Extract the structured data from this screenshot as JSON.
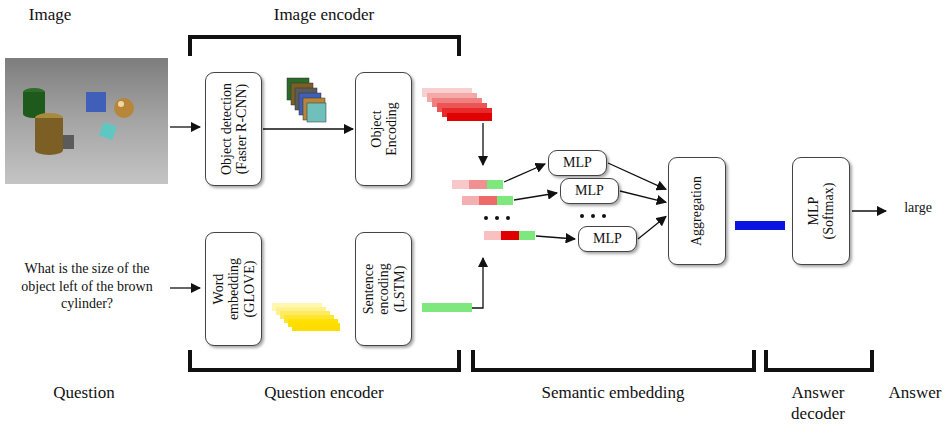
{
  "diagram": {
    "nodes": [
      {
        "text": [
          "Object detection (Faster R-CNN)"
        ]
      },
      {
        "text": [
          "Object Encoding"
        ]
      },
      {
        "text": [
          "Word embedding (GLOVE)"
        ]
      },
      {
        "text": [
          "Sentence encoding (LSTM)"
        ]
      },
      {
        "text": [
          "MLP"
        ]
      },
      {
        "text": [
          "MLP"
        ]
      },
      {
        "text": [
          "MLP"
        ]
      },
      {
        "text": [
          "Aggregation"
        ]
      },
      {
        "text": [
          "MLP (Softmax)"
        ]
      }
    ],
    "edges": [
      {
        "from": 0,
        "to": 1,
        "arrow": "to"
      },
      {
        "from": 4,
        "to": 7,
        "arrow": "to"
      },
      {
        "from": 5,
        "to": 7,
        "arrow": "to"
      },
      {
        "from": 6,
        "to": 7,
        "arrow": "to"
      }
    ],
    "labels": [
      "Image",
      "Image encoder",
      "Question",
      "What is the size of the object left of the brown cylinder?",
      "Question encoder",
      "Semantic embedding",
      "Answer decoder",
      "Answer",
      "large"
    ]
  }
}
